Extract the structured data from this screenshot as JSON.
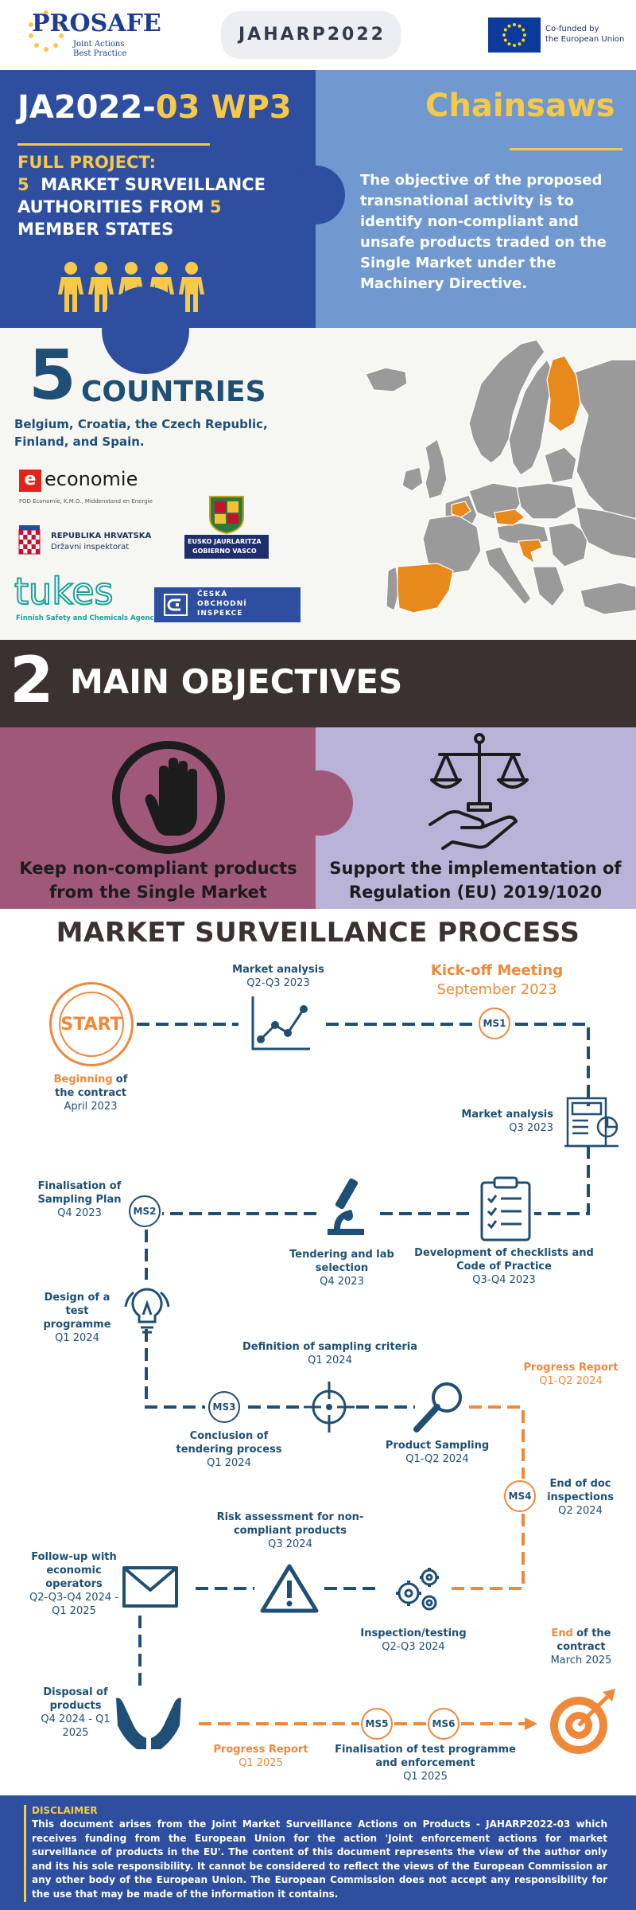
{
  "header": {
    "prosafe_name": "PROSAFE",
    "prosafe_tagline_1": "Joint Actions",
    "prosafe_tagline_2": "Best Practice",
    "jaharp_logo": "JAHARP2022",
    "eu_line_1": "Co-funded by",
    "eu_line_2": "the European Union"
  },
  "project": {
    "code_prefix": "JA2022-",
    "code_suffix": "03 WP3",
    "full_project_label": "FULL PROJECT:",
    "authorities_count": "5",
    "authorities_text": "MARKET SURVEILLANCE",
    "authorities_text_2": "AUTHORITIES FROM",
    "states_count": "5",
    "states_text": "MEMBER STATES",
    "product": "Chainsaws",
    "objective": "The objective of the proposed transnational activity is to identify non-compliant and unsafe products traded on the Single Market under the Machinery Directive."
  },
  "countries": {
    "count": "5",
    "label": "COUNTRIES",
    "list": "Belgium, Croatia, the Czech Republic, Finland, and Spain.",
    "logos": {
      "economie": "economie",
      "economie_sub": "FOD Economie, K.M.O., Middenstand en Energie",
      "hrvatska_1": "REPUBLIKA HRVATSKA",
      "hrvatska_2": "Državni inspektorat",
      "basque_1": "EUSKO JAURLARITZA",
      "basque_2": "GOBIERNO VASCO",
      "tukes": "tukes",
      "tukes_sub": "Finnish Safety and Chemicals Agency",
      "coi_1": "ČESKÁ",
      "coi_2": "OBCHODNÍ",
      "coi_3": "INSPEKCE"
    }
  },
  "objectives": {
    "count": "2",
    "title": "MAIN OBJECTIVES",
    "left": "Keep non-compliant products from the Single Market",
    "right": "Support the implementation of Regulation (EU) 2019/1020"
  },
  "process": {
    "title": "MARKET SURVEILLANCE PROCESS",
    "start": "START",
    "beginning_1": "Beginning",
    "beginning_2": "of",
    "beginning_3": "the contract",
    "beginning_date": "April 2023",
    "market_analysis_1": "Market analysis",
    "market_analysis_1_date": "Q2-Q3 2023",
    "kickoff": "Kick-off Meeting",
    "kickoff_date": "September 2023",
    "ms1": "MS1",
    "market_analysis_2": "Market analysis",
    "market_analysis_2_date": "Q3 2023",
    "checklists": "Development of checklists and Code of Practice",
    "checklists_date": "Q3-Q4 2023",
    "tendering": "Tendering and lab selection",
    "tendering_date": "Q4 2023",
    "ms2": "MS2",
    "sampling_plan": "Finalisation of Sampling Plan",
    "sampling_plan_date": "Q4 2023",
    "test_programme": "Design of a test programme",
    "test_programme_date": "Q1 2024",
    "sampling_criteria": "Definition of sampling criteria",
    "sampling_criteria_date": "Q1 2024",
    "progress_1": "Progress Report",
    "progress_1_date": "Q1-Q2 2024",
    "ms3": "MS3",
    "conclusion": "Conclusion of tendering process",
    "conclusion_date": "Q1 2024",
    "product_sampling": "Product Sampling",
    "product_sampling_date": "Q1-Q2 2024",
    "ms4": "MS4",
    "doc_inspections": "End of doc inspections",
    "doc_inspections_date": "Q2 2024",
    "risk": "Risk assessment for non-compliant products",
    "risk_date": "Q3 2024",
    "follow_up": "Follow-up with economic operators",
    "follow_up_date": "Q2-Q3-Q4 2024 - Q1 2025",
    "inspection": "Inspection/testing",
    "inspection_date": "Q2-Q3 2024",
    "end_1": "End",
    "end_2": "of the",
    "end_3": "contract",
    "end_date": "March 2025",
    "disposal": "Disposal of products",
    "disposal_date": "Q4 2024 - Q1 2025",
    "progress_2": "Progress Report",
    "progress_2_date": "Q1 2025",
    "ms5": "MS5",
    "ms6": "MS6",
    "finalisation": "Finalisation of test programme and enforcement",
    "finalisation_date": "Q1 2025"
  },
  "disclaimer": {
    "title": "DISCLAIMER",
    "text": "This document arises from the Joint Market Surveillance Actions on Products - JAHARP2022-03 which receives funding from the European Union for the action 'Joint enforcement actions for market surveillance of products in the EU'. The content of this document represents the view of the author only and its his sole responsibility. It cannot be considered to reflect the views of the European Commission ar any other body of the European Union. The European Commission does not accept any responsibility for the use that may be made of the information it contains."
  },
  "colors": {
    "navy": "#2e4fa0",
    "light_blue": "#7299cf",
    "yellow": "#f7c948",
    "teal_text": "#1f4f74",
    "dark_brown": "#3c3131",
    "mauve": "#a0587a",
    "lavender": "#b9b3d8",
    "orange": "#f0883a",
    "map_highlight": "#e8891c"
  }
}
